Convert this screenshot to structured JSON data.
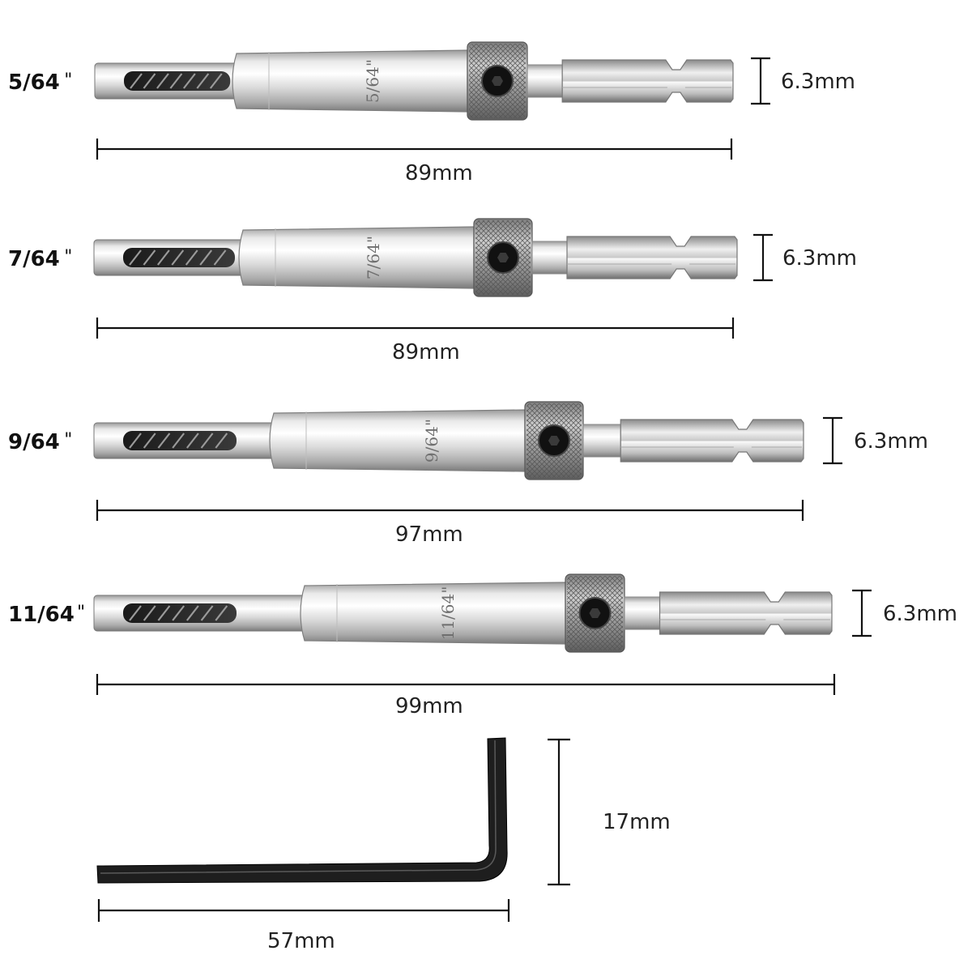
{
  "bits": [
    {
      "size": "5/64",
      "quote": "\"",
      "engraving": "5/64\"",
      "diameter": "6.3mm",
      "length": "89mm"
    },
    {
      "size": "7/64",
      "quote": "\"",
      "engraving": "7/64\"",
      "diameter": "6.3mm",
      "length": "89mm"
    },
    {
      "size": "9/64",
      "quote": "\"",
      "engraving": "9/64\"",
      "diameter": "6.3mm",
      "length": "97mm"
    },
    {
      "size": "11/64",
      "quote": "\"",
      "engraving": "11/64\"",
      "diameter": "6.3mm",
      "length": "99mm"
    }
  ],
  "wrench": {
    "height": "17mm",
    "length": "57mm"
  },
  "colors": {
    "metal_light": "#f4f4f4",
    "metal_dark": "#8c8c8c",
    "wrench": "#1e1e1e",
    "line": "#111111"
  }
}
